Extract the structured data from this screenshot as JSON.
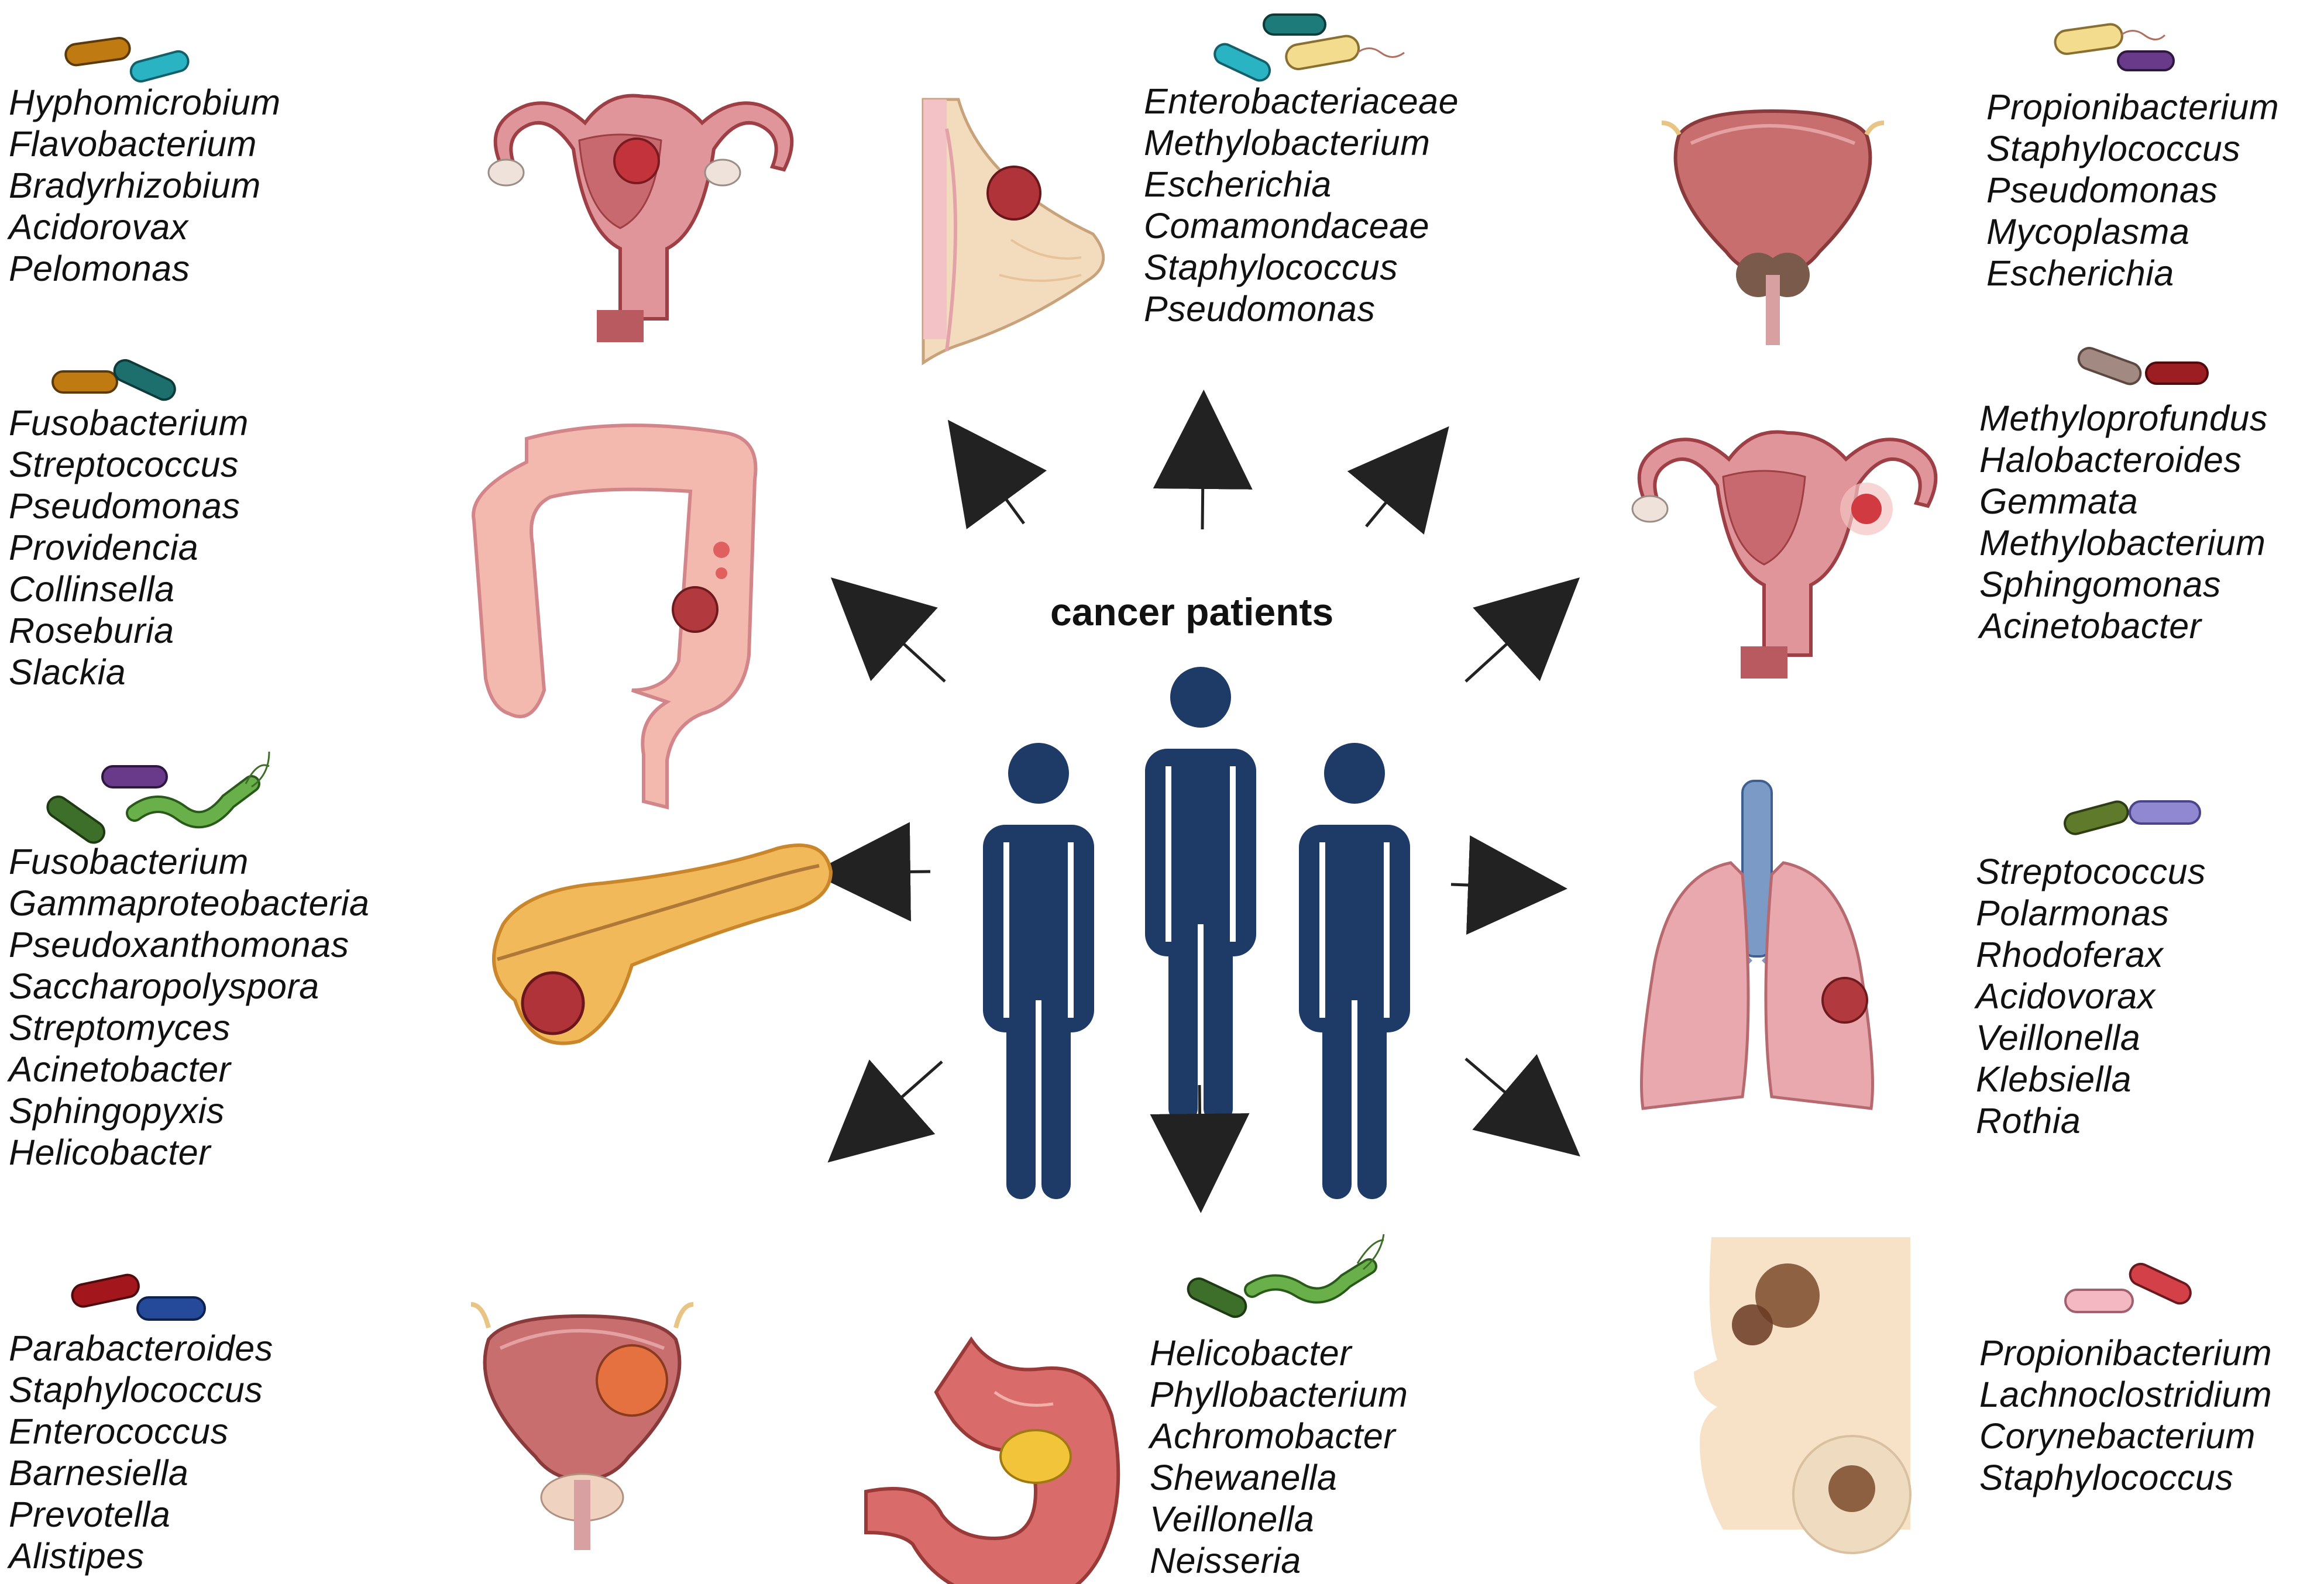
{
  "center": {
    "title": "cancer patients",
    "figure_color": "#1e3a66"
  },
  "panels": [
    {
      "id": "cervical",
      "genera": [
        "Hyphomicrobium",
        "Flavobacterium",
        "Bradyrhizobium",
        "Acidorovax",
        "Pelomonas"
      ]
    },
    {
      "id": "breast",
      "genera": [
        "Enterobacteriaceae",
        "Methylobacterium",
        "Escherichia",
        "Comamondaceae",
        "Staphylococcus",
        "Pseudomonas"
      ]
    },
    {
      "id": "prostate",
      "genera": [
        "Propionibacterium",
        "Staphylococcus",
        "Pseudomonas",
        "Mycoplasma",
        "Escherichia"
      ]
    },
    {
      "id": "colorectal",
      "genera": [
        "Fusobacterium",
        "Streptococcus",
        "Pseudomonas",
        "Providencia",
        "Collinsella",
        "Roseburia",
        "Slackia"
      ]
    },
    {
      "id": "ovarian",
      "genera": [
        "Methyloprofundus",
        "Halobacteroides",
        "Gemmata",
        "Methylobacterium",
        "Sphingomonas",
        "Acinetobacter"
      ]
    },
    {
      "id": "pancreatic",
      "genera": [
        "Fusobacterium",
        "Gammaproteobacteria",
        "Pseudoxanthomonas",
        "Saccharopolyspora",
        "Streptomyces",
        "Acinetobacter",
        "Sphingopyxis",
        "Helicobacter"
      ]
    },
    {
      "id": "lung",
      "genera": [
        "Streptococcus",
        "Polarmonas",
        "Rhodoferax",
        "Acidovorax",
        "Veillonella",
        "Klebsiella",
        "Rothia"
      ]
    },
    {
      "id": "bladder",
      "genera": [
        "Parabacteroides",
        "Staphylococcus",
        "Enterococcus",
        "Barnesiella",
        "Prevotella",
        "Alistipes"
      ]
    },
    {
      "id": "gastric",
      "genera": [
        "Helicobacter",
        "Phyllobacterium",
        "Achromobacter",
        "Shewanella",
        "Veillonella",
        "Neisseria"
      ]
    },
    {
      "id": "skin",
      "genera": [
        "Propionibacterium",
        "Lachnoclostridium",
        "Corynebacterium",
        "Staphylococcus"
      ]
    }
  ],
  "colors": {
    "organ_pink": "#e8a7a7",
    "organ_dark": "#b5585c",
    "tumor": "#b83a3f",
    "pancreas": "#f1b95a",
    "arrow": "#222222"
  },
  "icons": [
    "bacteria-icon",
    "uterus-icon",
    "breast-icon",
    "prostate-icon",
    "colon-icon",
    "ovary-icon",
    "pancreas-icon",
    "lung-icon",
    "bladder-icon",
    "stomach-icon",
    "skin-face-icon",
    "person-icon"
  ]
}
